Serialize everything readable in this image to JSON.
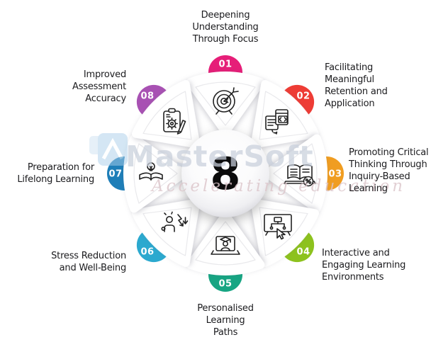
{
  "center": {
    "number": "8"
  },
  "watermark": {
    "brand": "MasterSoft",
    "tagline": "Accelerating education",
    "logo": "mastersoft-logo"
  },
  "items": [
    {
      "num": "01",
      "color": "#e61e78",
      "icon": "target-focus-icon",
      "label": "Deepening Understanding Through Focus",
      "lines": [
        "Deepening",
        "Understanding",
        "Through Focus"
      ]
    },
    {
      "num": "02",
      "color": "#ee3c35",
      "icon": "code-screens-icon",
      "label": "Facilitating Meaningful Retention and Application",
      "lines": [
        "Facilitating",
        "Meaningful",
        "Retention and",
        "Application"
      ]
    },
    {
      "num": "03",
      "color": "#f09d21",
      "icon": "open-book-percent-icon",
      "label": "Promoting Critical Thinking Through Inquiry-Based Learning",
      "lines": [
        "Promoting Critical",
        "Thinking Through",
        "Inquiry-Based",
        "Learning"
      ]
    },
    {
      "num": "04",
      "color": "#8dc21e",
      "icon": "interactive-screen-icon",
      "label": "Interactive and Engaging Learning Environments",
      "lines": [
        "Interactive and",
        "Engaging Learning",
        "Environments"
      ]
    },
    {
      "num": "05",
      "color": "#17a583",
      "icon": "online-learner-icon",
      "label": "Personalised Learning Paths",
      "lines": [
        "Personalised",
        "Learning",
        "Paths"
      ]
    },
    {
      "num": "06",
      "color": "#2ba9cf",
      "icon": "stress-reduction-icon",
      "label": "Stress Reduction and Well-Being",
      "lines": [
        "Stress Reduction",
        "and Well-Being"
      ]
    },
    {
      "num": "07",
      "color": "#1e7eb8",
      "icon": "book-lightbulb-icon",
      "label": "Preparation for Lifelong Learning",
      "lines": [
        "Preparation for",
        "Lifelong Learning"
      ]
    },
    {
      "num": "08",
      "color": "#a851b3",
      "icon": "clipboard-gear-icon",
      "label": "Improved Assessment Accuracy",
      "lines": [
        "Improved",
        "Assessment",
        "Accuracy"
      ]
    }
  ]
}
